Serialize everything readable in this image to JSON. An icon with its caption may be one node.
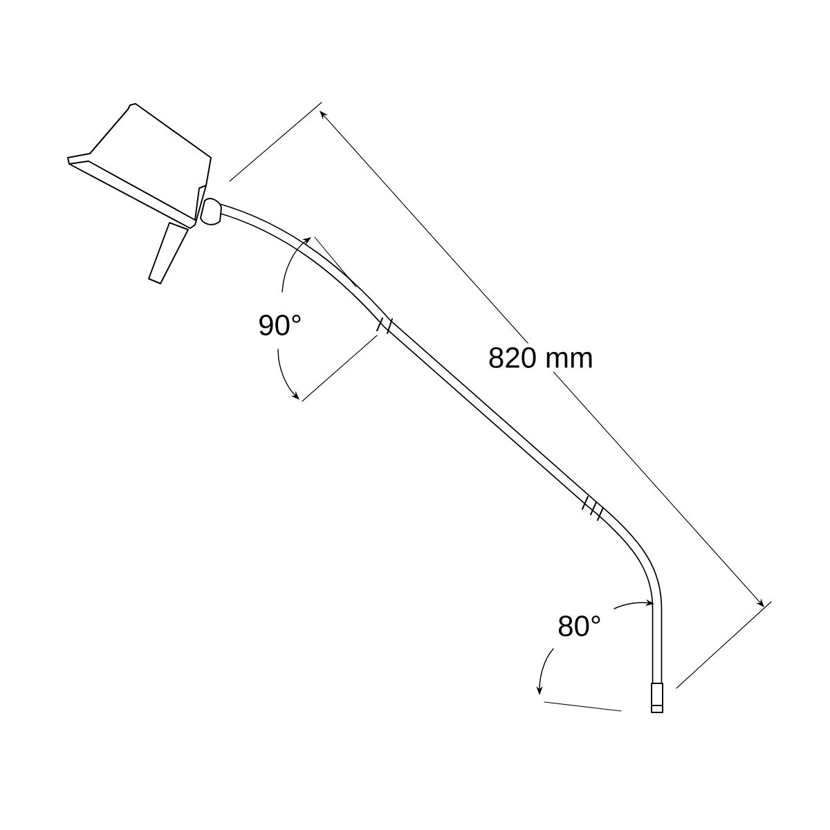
{
  "diagram": {
    "labels": [
      "90°",
      "820 mm",
      "80°"
    ]
  }
}
